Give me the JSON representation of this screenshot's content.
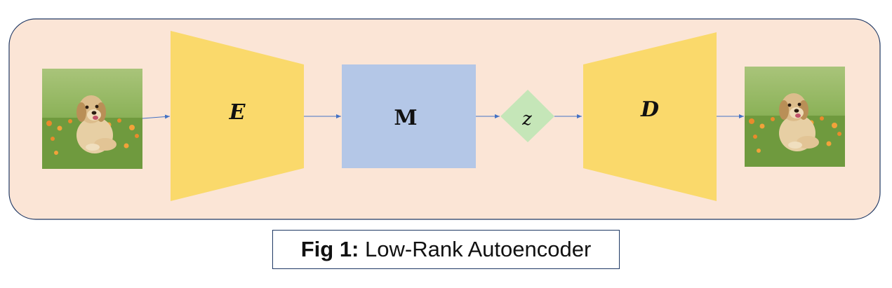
{
  "diagram": {
    "encoder_label": "E",
    "module_label": "M",
    "latent_label": "z",
    "decoder_label": "D"
  },
  "caption": {
    "prefix": "Fig 1:",
    "text": "Low-Rank Autoencoder"
  },
  "colors": {
    "background_panel": "#fbe5d6",
    "panel_border": "#1f3864",
    "encoder_decoder": "#fad96b",
    "module": "#b4c7e7",
    "latent": "#c5e6b8",
    "arrow": "#4472c4"
  },
  "icons": {
    "input_image": "puppy-photo-icon",
    "output_image": "puppy-photo-icon"
  }
}
